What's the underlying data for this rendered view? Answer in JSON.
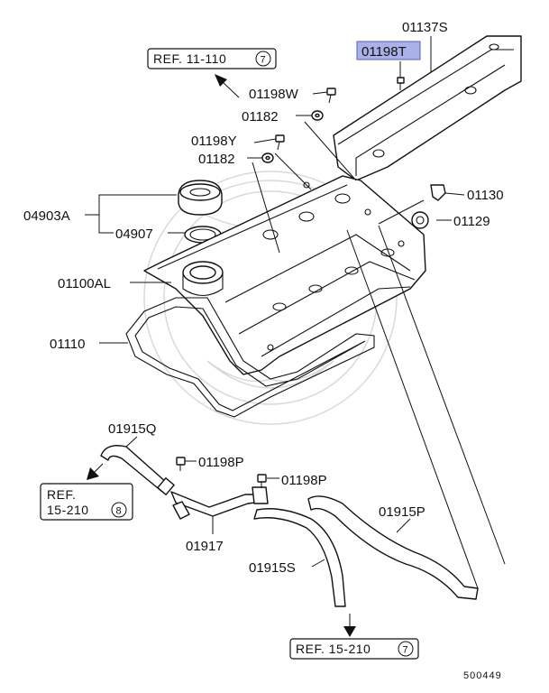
{
  "diagram": {
    "highlight_color": "#aab0e8",
    "labels": {
      "p01137S": "01137S",
      "p01198T": "01198T",
      "p01198W": "01198W",
      "p01182a": "01182",
      "p01198Y": "01198Y",
      "p01182b": "01182",
      "p04903A": "04903A",
      "p04907": "04907",
      "p01130": "01130",
      "p01129": "01129",
      "p01100AL": "01100AL",
      "p01110": "01110",
      "p01915Q": "01915Q",
      "p01198Pa": "01198P",
      "p01198Pb": "01198P",
      "p01917": "01917",
      "p01915P": "01915P",
      "p01915S": "01915S"
    },
    "refs": {
      "top": {
        "text": "REF. 11-110",
        "num": "7"
      },
      "left_line1": "REF.",
      "left_line2": "15-210",
      "left_num": "8",
      "bottom": {
        "text": "REF. 15-210",
        "num": "7"
      }
    },
    "diagram_number": "500449"
  }
}
